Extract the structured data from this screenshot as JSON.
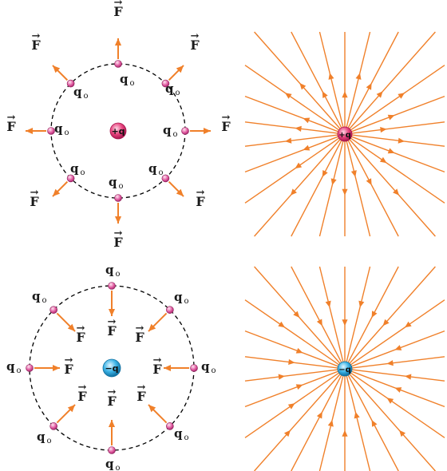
{
  "colors": {
    "arrow": "#f0802a",
    "circle": "#000000",
    "positive_charge_fill": "#e8457f",
    "negative_charge_fill": "#3cb3e6",
    "test_charge_fill": "#e05aa0",
    "label": "#1a1a1a"
  },
  "labels": {
    "test_charge": "q",
    "test_charge_sub": "o",
    "force": "F",
    "vector_arrow": "→",
    "positive_charge": "+q",
    "negative_charge": "−q"
  },
  "panels": [
    {
      "id": "positive-test-charge-forces",
      "field_direction": "outward"
    },
    {
      "id": "positive-field-lines",
      "line_direction": "outward",
      "line_count": 26
    },
    {
      "id": "negative-test-charge-forces",
      "field_direction": "inward"
    },
    {
      "id": "negative-field-lines",
      "line_direction": "inward",
      "line_count": 26
    }
  ]
}
